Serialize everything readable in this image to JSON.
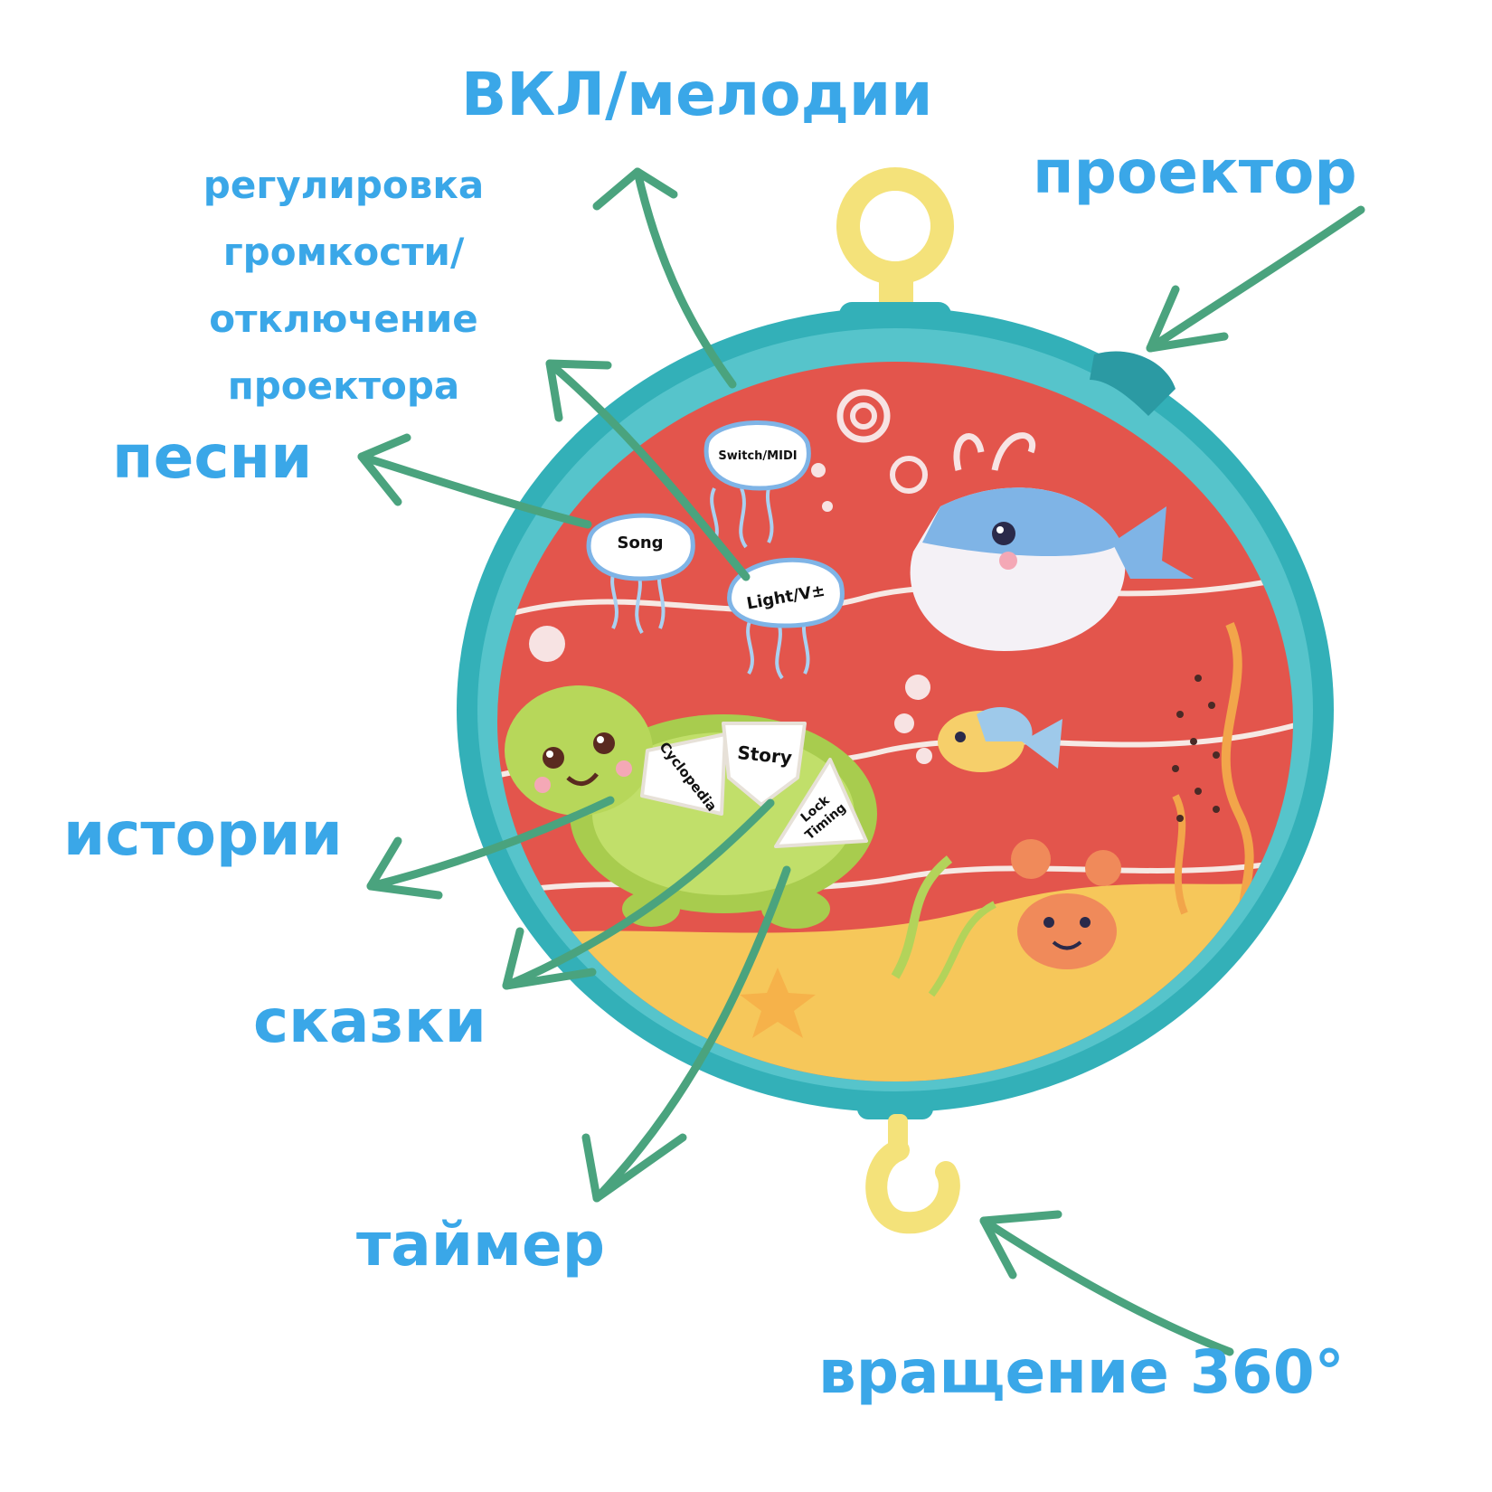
{
  "colors": {
    "label": "#3aa7e8",
    "arrow": "#4aa37e",
    "rim": "#33b0b8",
    "face": "#e3554c",
    "sand": "#f6c75a",
    "hook": "#f4e27a"
  },
  "callouts": {
    "power_melodies": "ВКЛ/мелодии",
    "volume_lines": [
      "регулировка",
      "громкости/",
      "отключение",
      "проектора"
    ],
    "projector": "проектор",
    "songs": "песни",
    "stories": "истории",
    "tales": "сказки",
    "timer": "таймер",
    "rotation": "вращение 360°"
  },
  "buttons": {
    "switch_midi": "Switch/MIDI",
    "song": "Song",
    "light_v": "Light/V±",
    "cyclopedia": "Cyclopedia",
    "story": "Story",
    "lock_timing_lines": [
      "Lock",
      "Timing"
    ]
  }
}
